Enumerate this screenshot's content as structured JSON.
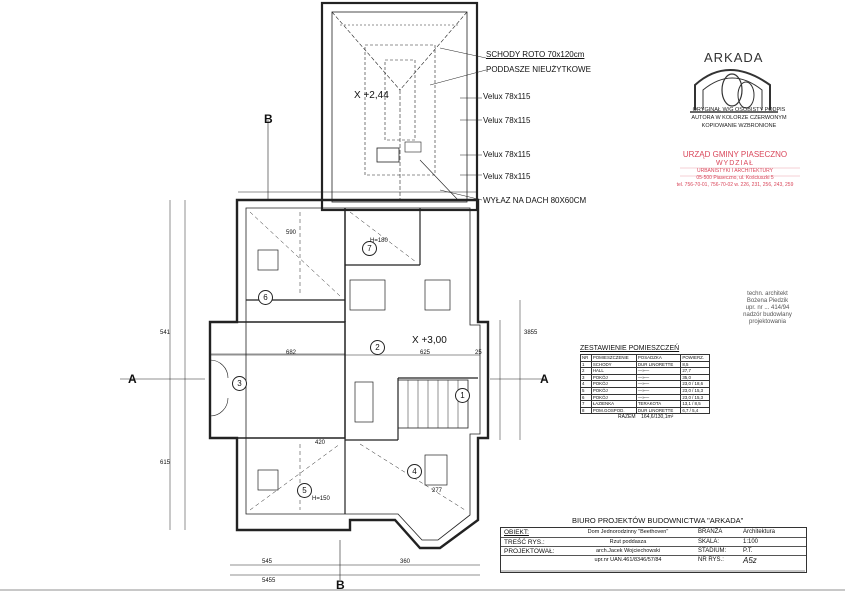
{
  "labels": {
    "schody": "SCHODY ROTO 70x120cm",
    "poddasze": "PODDASZE NIEUŻYTKOWE",
    "velux1": "Velux 78x115",
    "velux2": "Velux 78x115",
    "velux3": "Velux 78x115",
    "velux4": "Velux 78x115",
    "wylaz": "WYŁAZ NA DACH 80X60CM"
  },
  "elevations": {
    "top": "+2,44",
    "main": "+3,00"
  },
  "rooms": [
    "1",
    "2",
    "3",
    "4",
    "5",
    "6",
    "7"
  ],
  "axis_marks": {
    "a": "A",
    "b": "B"
  },
  "dims": {
    "d590": "590",
    "d682": "682",
    "d625": "625",
    "d541": "541",
    "d615": "615",
    "d545": "545",
    "d360": "360",
    "d420": "420",
    "d277": "277",
    "d3855": "3855",
    "d545b": "5455",
    "d25": "25",
    "h150": "H=150",
    "h180": "H=180"
  },
  "schedule": {
    "title": "ZESTAWIENIE POMIESZCZEŃ",
    "headers": [
      "NR",
      "POMIESZCZENIE",
      "POSADZKA",
      "POWIERZ."
    ],
    "rows": [
      [
        "1",
        "SCHODY",
        "DUR LINORETTE",
        "8,5"
      ],
      [
        "2",
        "HALL",
        "—»—",
        "27,7"
      ],
      [
        "3",
        "POKÓJ",
        "—»—",
        "35,0"
      ],
      [
        "4",
        "POKÓJ",
        "—»—",
        "23,0 / 18,6"
      ],
      [
        "5",
        "POKÓJ",
        "—»—",
        "23,0 / 15,3"
      ],
      [
        "6",
        "POKÓJ",
        "—»—",
        "23,0 / 15,3"
      ],
      [
        "7",
        "ŁAZIENKA",
        "TERAKOTA",
        "13,1 / 8,5"
      ],
      [
        "8",
        "POM.GOSPOD.",
        "DUR LINORETTE",
        "6,7 / 5,4"
      ]
    ],
    "total_label": "RAZEM",
    "total_value": "164,6/130,1m²"
  },
  "logo": {
    "brand": "ARKADA",
    "copy1": "ORYGINAŁ W/G OSOBISTY PODPIS",
    "copy2": "AUTORA W KOLORZE CZERWONYM",
    "copy3": "KOPIOWANIE WZBRONIONE"
  },
  "stamp": {
    "line1": "URZĄD GMINY PIASECZNO",
    "line2": "WYDZIAŁ",
    "line3": "URBANISTYKI I ARCHITEKTURY",
    "line4": "05-500 Piaseczno, ul. Kościuszki 5",
    "line5": "tel. 756-70-01, 756-70-02 w. 226, 231, 256, 243, 259"
  },
  "architect": {
    "l1": "techn. architekt",
    "l2": "Bożena Piedzik",
    "l3": "upr. nr ... 414/94",
    "l4": "nadzór budowlany",
    "l5": "projektowania"
  },
  "office": "BIURO PROJEKTÓW BUDOWNICTWA \"ARKADA\"",
  "titleblock": {
    "obiekt_label": "OBIEKT:",
    "obiekt_value": "Dom Jednorodzinny \"Beethoven\"",
    "tresc_label": "TREŚĆ RYS.:",
    "tresc_value": "Rzut poddasza",
    "projektowal_label": "PROJEKTOWAŁ:",
    "projektowal_value": "arch.Jacek Wojciechowski",
    "upr_value": "upr.nr UAN.461/8346/57/84",
    "branza_label": "BRANŻA",
    "branza_value": "Architektura",
    "skala_label": "SKALA:",
    "skala_value": "1:100",
    "stadium_label": "STADIUM:",
    "stadium_value": "P.T.",
    "nr_label": "NR RYS.:",
    "nr_value": "A5z"
  }
}
